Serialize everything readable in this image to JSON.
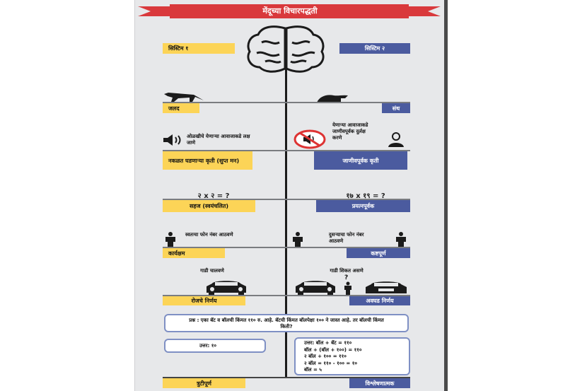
{
  "title": "मेंदूच्या विचारपद्धती",
  "colors": {
    "banner": "#d9393c",
    "system1": "#fcd457",
    "system2": "#4b5b9f"
  },
  "system1": {
    "label": "सिस्टिम १",
    "speed": "जलद",
    "example_sound": "ओळखीचे येणाऱ्या आवाजाकडे लक्ष जाणे",
    "action": "नकळत घडणाऱ्या कृती (सुप्त मन)",
    "math": "२ x २ = ?",
    "math_label": "सहज (स्वयंचलित)",
    "phone": "स्वतःचा फोन नंबर आठवणे",
    "phone_label": "कार्यक्षम",
    "driving": "गाडी चालवणे",
    "driving_label": "रोजचे निर्णय",
    "answer": "उत्तर: १०",
    "result_label": "त्रुटीपूर्ण"
  },
  "system2": {
    "label": "सिस्टिम २",
    "speed": "संथ",
    "example_sound": "येणाऱ्या आवाजाकडे जाणीवपूर्वक दुर्लक्ष करणे",
    "action": "जाणीवपूर्वक कृती",
    "math": "१७ x १९ = ?",
    "math_label": "प्रयत्नपूर्वक",
    "phone": "दुसऱ्याचा फोन नंबर आठवणे",
    "phone_label": "कष्टपूर्ण",
    "driving": "गाडी शिकत असणे",
    "driving_question": "?",
    "driving_label": "अवघड निर्णय",
    "answer_lines": [
      "उत्तर: बॉल + बॅट = ११०",
      "बॉल + (बॉल + १००) = ११०",
      "२ बॉल + १०० = ११०",
      "२ बॉल = ११० - १०० = १०",
      "बॉल = ५"
    ],
    "result_label": "विश्लेषणात्मक"
  },
  "question": "प्रश्न : एका बॅट व बॉलची किंमत ११० रु. आहे. बॅटची किंमत बॉलपेक्षा १०० ने जास्त आहे. तर बॉलची किंमत किती?"
}
